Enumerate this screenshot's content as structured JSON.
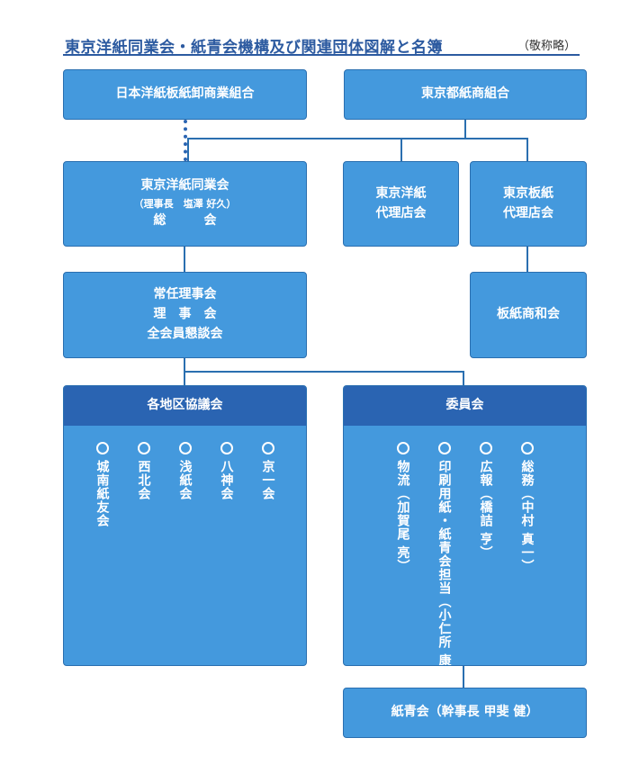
{
  "title": "東京洋紙同業会・紙青会機構及び関連団体図解と名簿",
  "note": "（敬称略）",
  "boxes": {
    "nihon": "日本洋紙板紙卸商業組合",
    "tokyo_to": "東京都紙商組合",
    "doogyokai": {
      "name": "東京洋紙同業会",
      "chair": "（理事長　塩澤 好久）",
      "sokai": "総　　　会"
    },
    "yoshi_dairiten": {
      "line1": "東京洋紙",
      "line2": "代理店会"
    },
    "itagami_dairiten": {
      "line1": "東京板紙",
      "line2": "代理店会"
    },
    "joninrijikai": {
      "line1": "常任理事会",
      "line2": "理　事　会",
      "line3": "全会員懇談会"
    },
    "itagami_showakai": "板紙商和会",
    "chiku": {
      "header": "各地区協議会",
      "items": [
        "京一会",
        "八神会",
        "浅紙会",
        "西北会",
        "城南紙友会"
      ]
    },
    "iinkai": {
      "header": "委員会",
      "items": [
        "総務（中村 真一）",
        "広報（橋詰 亨）",
        "印刷用紙・紙青会担当（小仁所 康之）",
        "物流（加賀尾 亮）"
      ]
    },
    "shiseikai": "紙青会（幹事長 甲斐 健）"
  }
}
